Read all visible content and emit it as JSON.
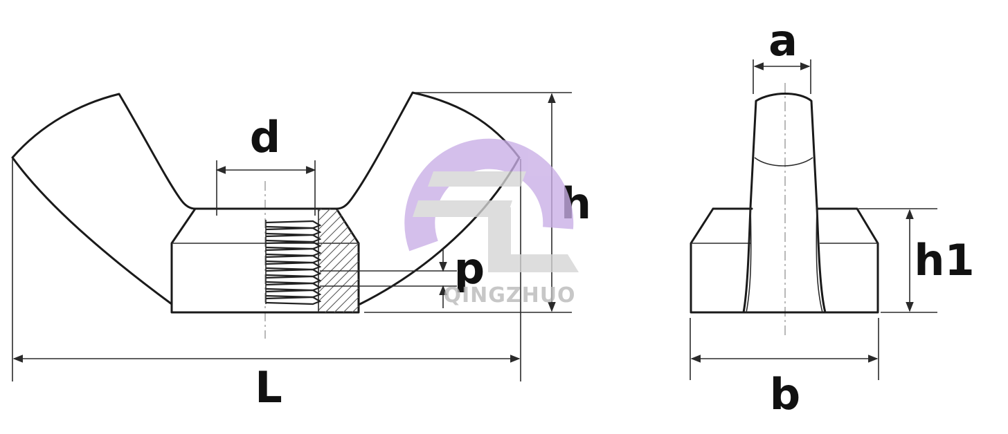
{
  "labels": {
    "d": "d",
    "h": "h",
    "p": "p",
    "L": "L",
    "a": "a",
    "h1": "h1",
    "b": "b"
  },
  "watermark": {
    "text": "QINGZHUO",
    "ring_color": "#c9aee6",
    "mark_color": "#d4d4d4"
  },
  "colors": {
    "line": "#1a1a1a",
    "centerline": "#9a9a9a"
  }
}
